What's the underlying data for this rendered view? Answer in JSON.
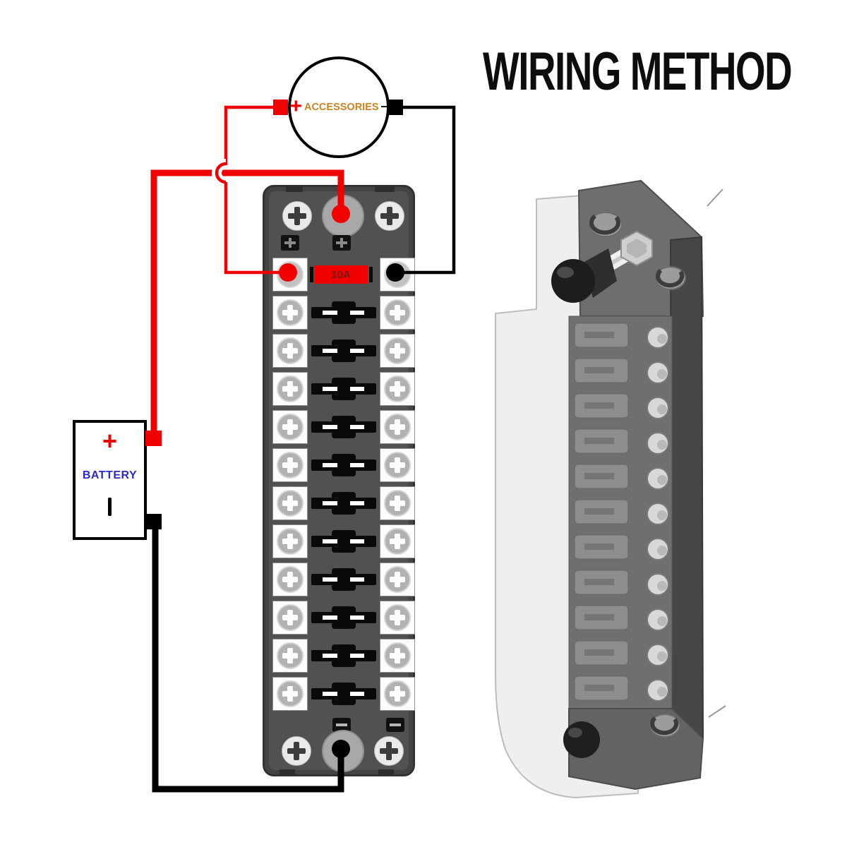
{
  "title": "WIRING METHOD",
  "accessories": {
    "plus_symbol": "+",
    "label": "ACCESSORIES",
    "minus_symbol": "–"
  },
  "battery": {
    "plus_symbol": "+",
    "label": "BATTERY"
  },
  "fuse_block": {
    "fuse_rows_total": 12,
    "rows": [
      {
        "wired": true,
        "fuse_label": "10A"
      },
      {
        "wired": false,
        "fuse_label": null
      },
      {
        "wired": false,
        "fuse_label": null
      },
      {
        "wired": false,
        "fuse_label": null
      },
      {
        "wired": false,
        "fuse_label": null
      },
      {
        "wired": false,
        "fuse_label": null
      },
      {
        "wired": false,
        "fuse_label": null
      },
      {
        "wired": false,
        "fuse_label": null
      },
      {
        "wired": false,
        "fuse_label": null
      },
      {
        "wired": false,
        "fuse_label": null
      },
      {
        "wired": false,
        "fuse_label": null
      },
      {
        "wired": false,
        "fuse_label": null
      }
    ]
  },
  "colors": {
    "wire-red": "#f10000",
    "accessories-orange": "#c8831e",
    "battery-blue": "#2a2ac8",
    "fuse-red": "#f10000",
    "fuse-label-dark-red": "#7a1616",
    "block-gray": "#515151"
  }
}
